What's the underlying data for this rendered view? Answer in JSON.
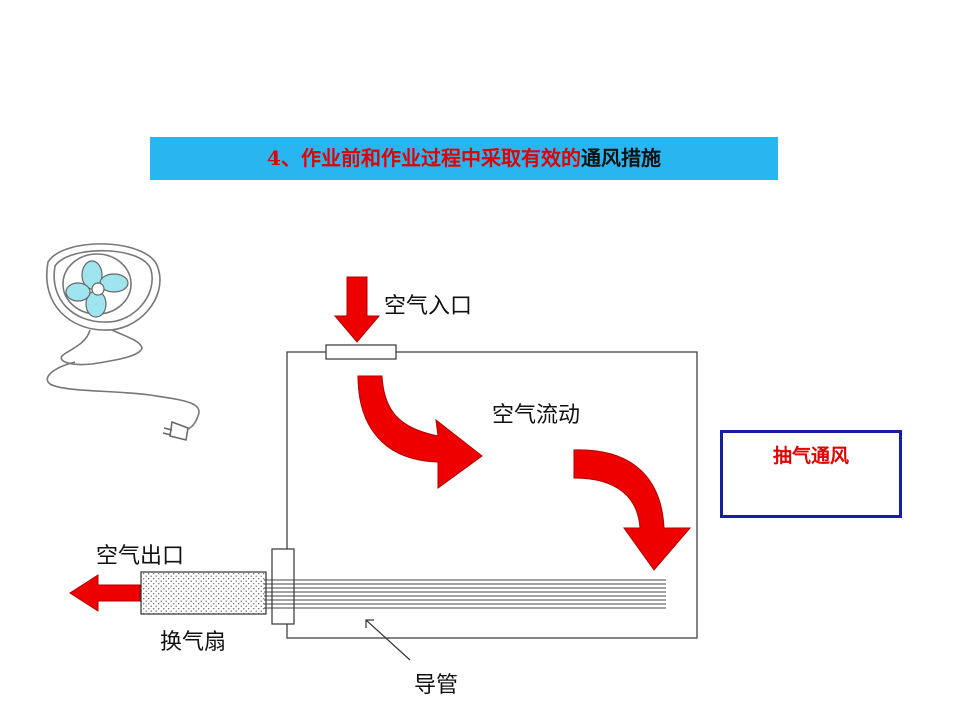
{
  "title": {
    "part1": "4、作业前和作业过程中采取有效的",
    "part2": "通风措施"
  },
  "labels": {
    "air_inlet": "空气入口",
    "air_flow": "空气流动",
    "air_outlet": "空气出口",
    "exhaust_fan": "换气扇",
    "duct": "导管"
  },
  "side_box": {
    "text": "抽气通风"
  },
  "colors": {
    "title_bg": "#29b6f0",
    "title_red": "#e00000",
    "arrow_red": "#ee0000",
    "box_border": "#1420a0",
    "fan_blade": "#9fe4ee"
  },
  "icons": [
    "fan-icon",
    "plug-icon"
  ]
}
